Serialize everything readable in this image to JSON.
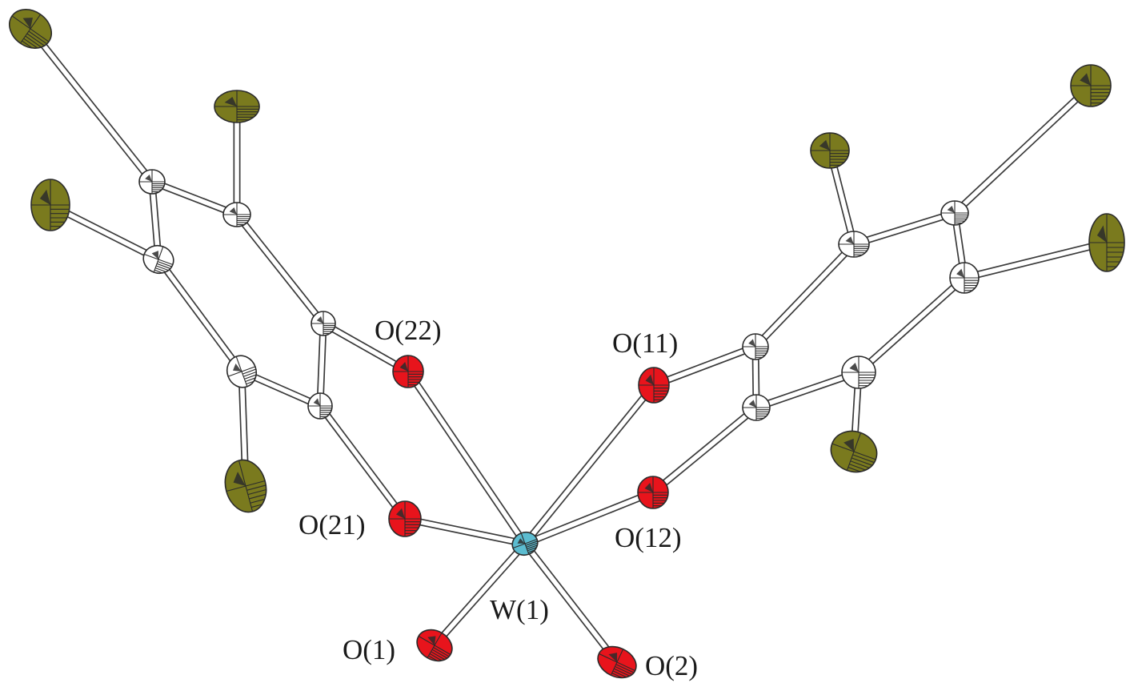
{
  "labels": {
    "w1": "W(1)",
    "o1": "O(1)",
    "o2": "O(2)",
    "o11": "O(11)",
    "o12": "O(12)",
    "o21": "O(21)",
    "o22": "O(22)"
  },
  "colors": {
    "tungsten": "#5bbcd0",
    "oxygen": "#e8141c",
    "chlorine": "#7a7a1e",
    "carbon": "#ffffff",
    "bond_outline": "#3a3a3a"
  }
}
